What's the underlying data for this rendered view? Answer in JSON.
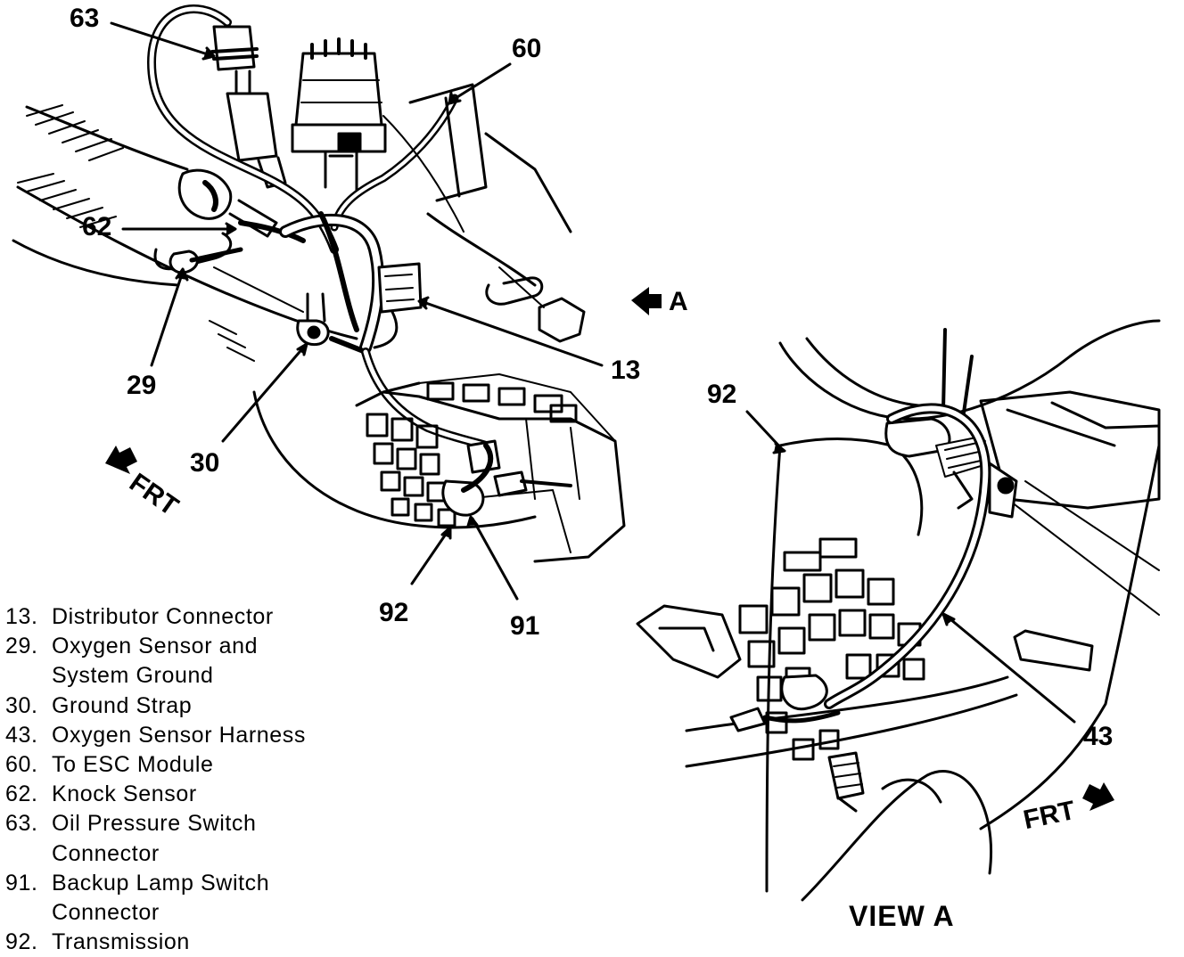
{
  "callouts": {
    "c63": "63",
    "c60": "60",
    "c62": "62",
    "c29": "29",
    "c30": "30",
    "c13": "13",
    "c92_left": "92",
    "c91": "91",
    "c92_right": "92",
    "c43": "43"
  },
  "direction_labels": {
    "view_arrow": "A",
    "frt_left": "FRT",
    "frt_right": "FRT"
  },
  "legend": [
    {
      "num": "13.",
      "lines": [
        "Distributor Connector"
      ]
    },
    {
      "num": "29.",
      "lines": [
        "Oxygen Sensor and",
        "System Ground"
      ]
    },
    {
      "num": "30.",
      "lines": [
        "Ground Strap"
      ]
    },
    {
      "num": "43.",
      "lines": [
        "Oxygen Sensor Harness"
      ]
    },
    {
      "num": "60.",
      "lines": [
        "To ESC Module"
      ]
    },
    {
      "num": "62.",
      "lines": [
        "Knock Sensor"
      ]
    },
    {
      "num": "63.",
      "lines": [
        "Oil Pressure Switch",
        "Connector"
      ]
    },
    {
      "num": "91.",
      "lines": [
        "Backup Lamp Switch",
        "Connector"
      ]
    },
    {
      "num": "92.",
      "lines": [
        "Transmission"
      ]
    }
  ],
  "view_title": "VIEW A"
}
